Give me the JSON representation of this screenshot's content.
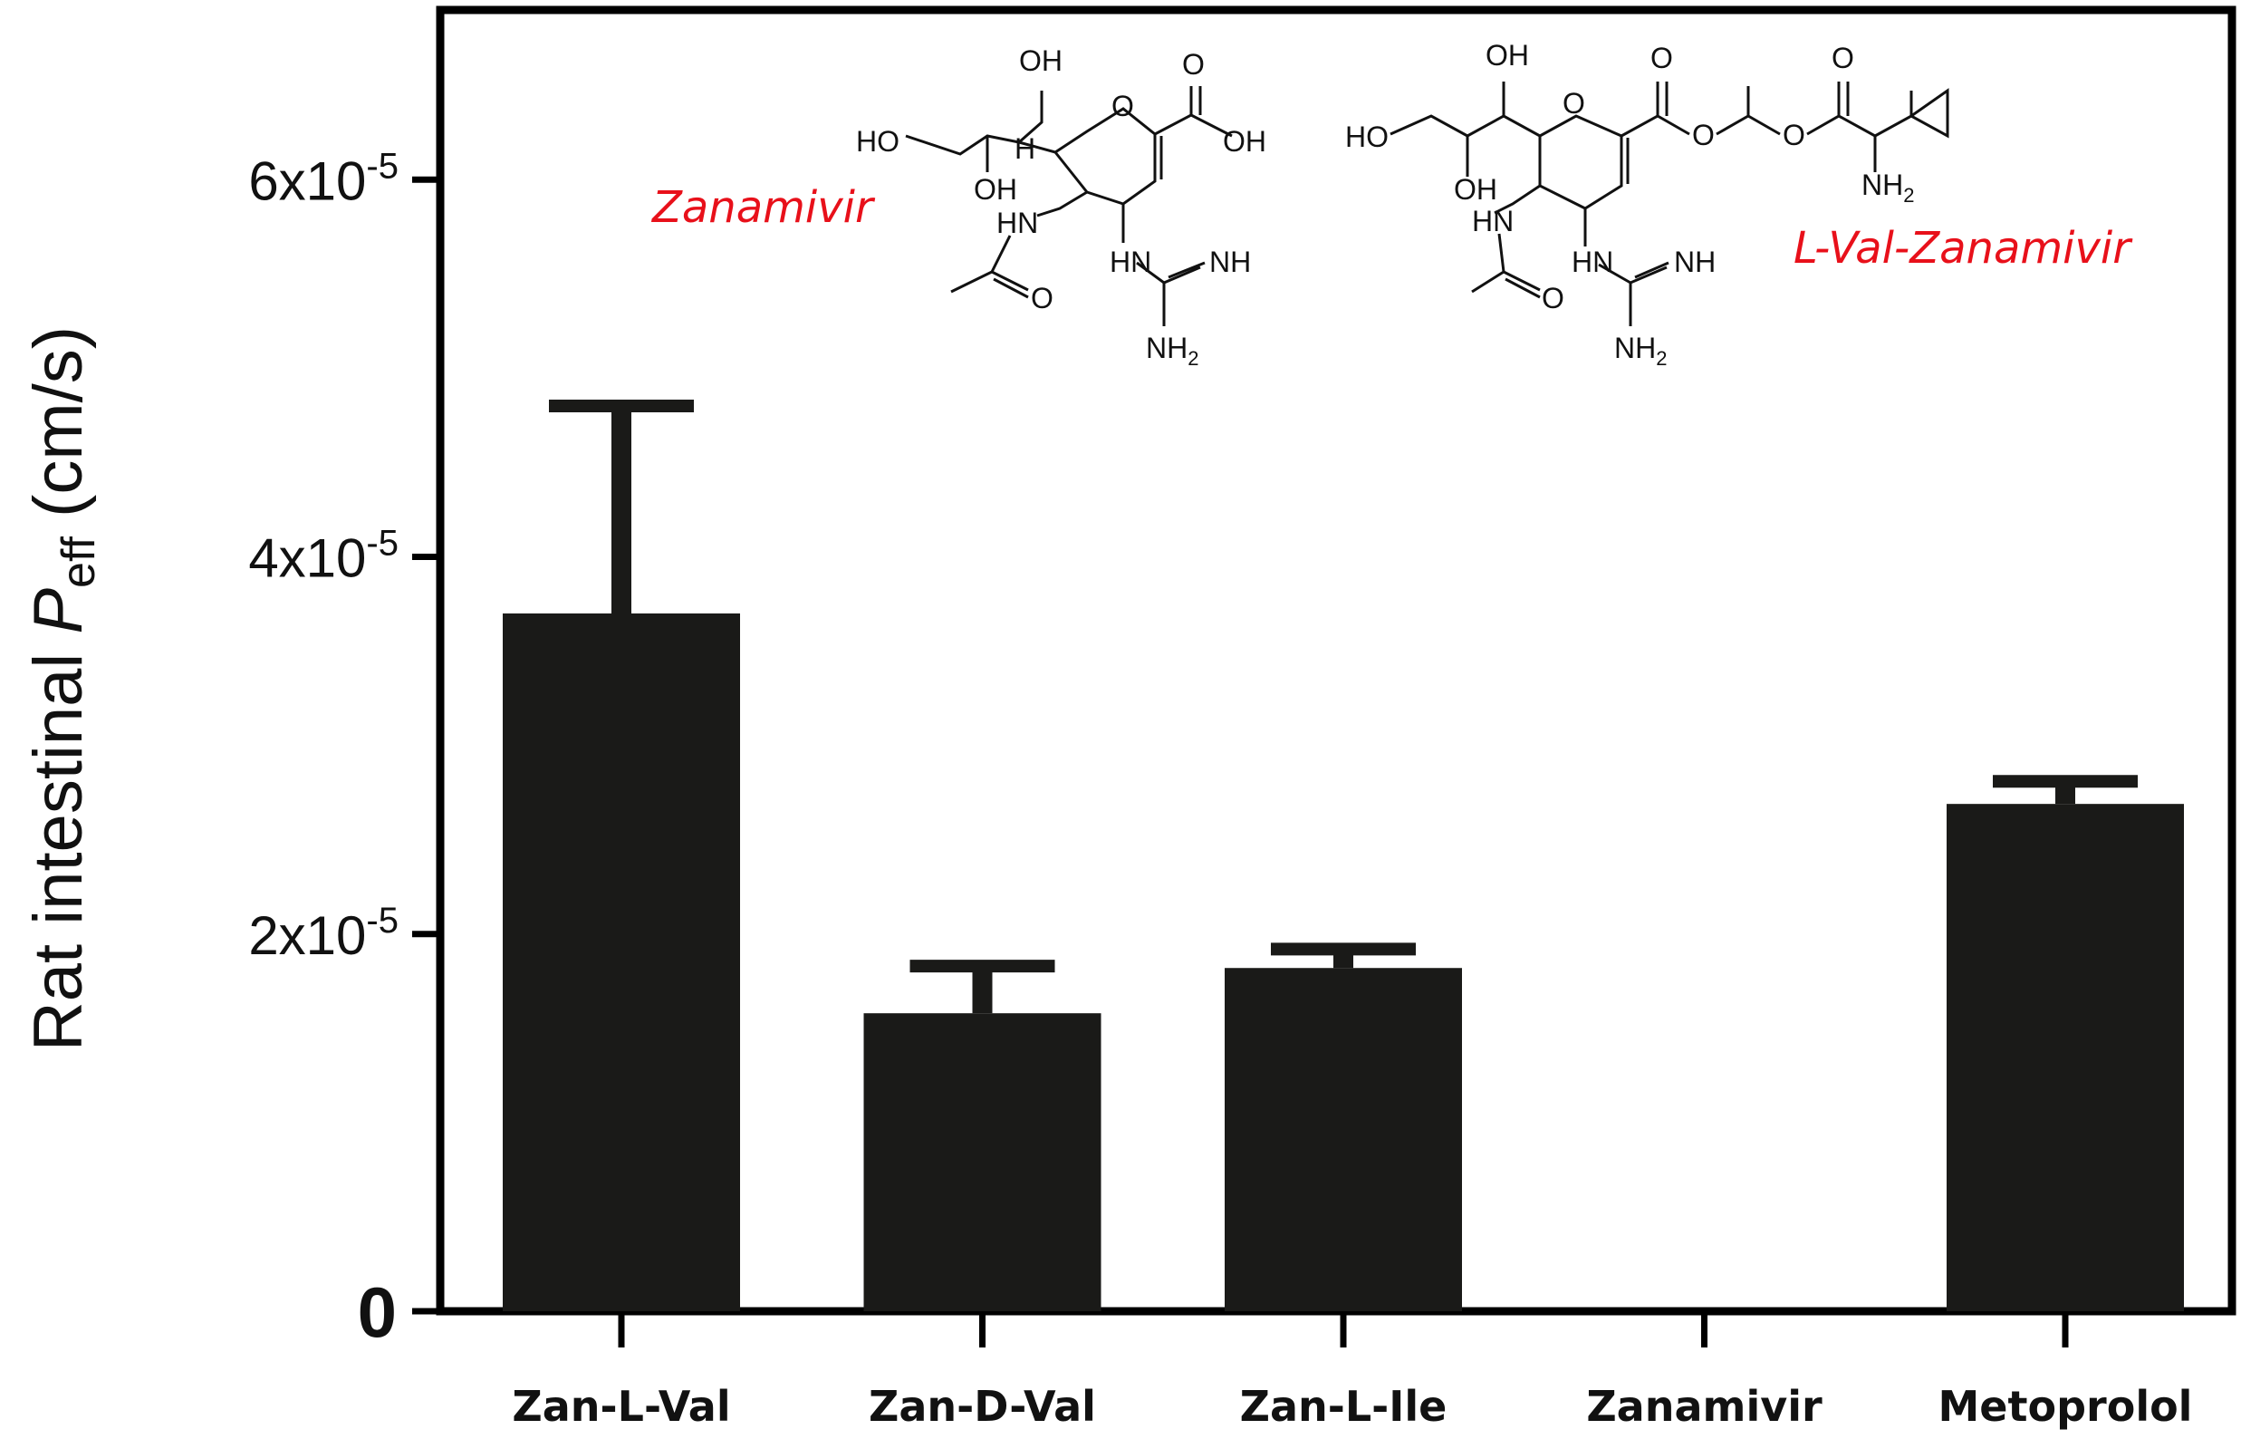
{
  "chart_data": {
    "type": "bar",
    "categories": [
      "Zan-L-Val",
      "Zan-D-Val",
      "Zan-L-Ile",
      "Zanamivir",
      "Metoprolol"
    ],
    "series": [
      {
        "values": [
          3.7e-05,
          1.58e-05,
          1.82e-05,
          0,
          2.69e-05
        ],
        "error": [
          1.1e-05,
          2.5e-06,
          1e-06,
          0,
          1.2e-06
        ]
      }
    ],
    "ylabel": {
      "main": "Rat intestinal ",
      "italic": "P",
      "sub": "eff",
      "unit": " (cm/s)"
    },
    "xlabel": "",
    "ylim": [
      0,
      6.9e-05
    ],
    "yticks": [
      {
        "value": 0,
        "label": "0"
      },
      {
        "value": 2e-05,
        "label": "2x10",
        "exp": "-5"
      },
      {
        "value": 4e-05,
        "label": "4x10",
        "exp": "-5"
      },
      {
        "value": 6e-05,
        "label": "6x10",
        "exp": "-5"
      }
    ],
    "bar_color": "#1a1a18",
    "grid": false
  },
  "annotations": {
    "zanamivir_name": "Zanamivir",
    "lval_name": "L-Val-Zanamivir",
    "name_color": "#e8101a",
    "zanamivir_structure": {
      "oh_top": "OH",
      "ho_left": "HO",
      "h": "H",
      "o_ring": "O",
      "o_acid": "O",
      "oh_acid": "OH",
      "oh_bottom": "OH",
      "hn_amide": "HN",
      "o_amide": "O",
      "hn_guan": "HN",
      "nh_imine": "NH",
      "nh2": "NH",
      "nh2_sub": "2"
    },
    "lval_structure": {
      "oh_top": "OH",
      "ho_left": "HO",
      "o_ring": "O",
      "o_ester1": "O",
      "o_link": "O",
      "o_link2": "O",
      "o_ester2": "O",
      "oh_bottom": "OH",
      "hn_amide": "HN",
      "o_amide": "O",
      "hn_guan": "HN",
      "nh_imine": "NH",
      "nh2": "NH",
      "nh2_sub": "2",
      "nh2_val": "NH",
      "nh2_val_sub": "2"
    }
  }
}
